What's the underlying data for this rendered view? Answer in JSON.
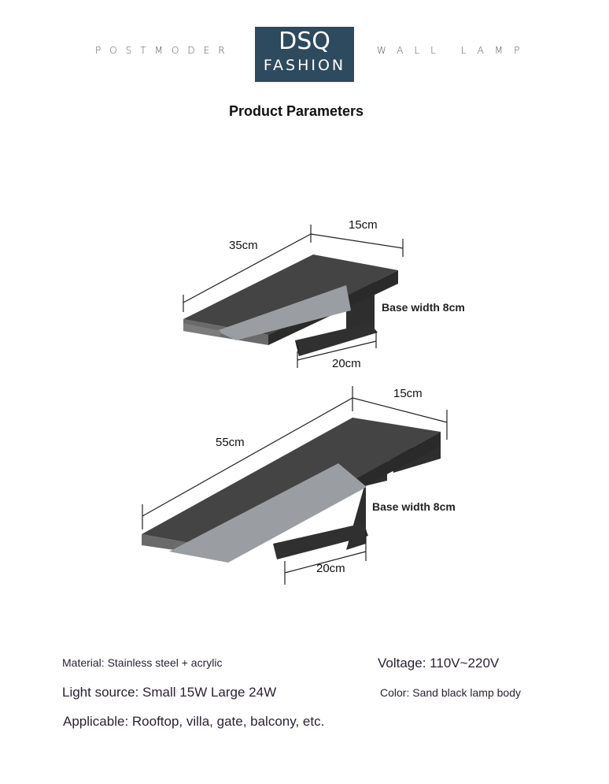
{
  "header": {
    "left_tagline": "POSTMODER",
    "right_tagline": "WALL LAMP",
    "logo_line1": "DSQ",
    "logo_line2": "FASHION",
    "logo_color": "#2d4a5e"
  },
  "title": "Product Parameters",
  "small_lamp": {
    "length": "35cm",
    "depth": "15cm",
    "base_length": "20cm",
    "base_width": "Base width 8cm"
  },
  "large_lamp": {
    "length": "55cm",
    "depth": "15cm",
    "base_length": "20cm",
    "base_width": "Base width 8cm"
  },
  "specs": {
    "material": "Material: Stainless steel + acrylic",
    "voltage": "Voltage: 110V~220V",
    "light_source": "Light source: Small 15W Large 24W",
    "color": "Color: Sand black lamp body",
    "applicable": "Applicable: Rooftop, villa, gate, balcony, etc."
  }
}
